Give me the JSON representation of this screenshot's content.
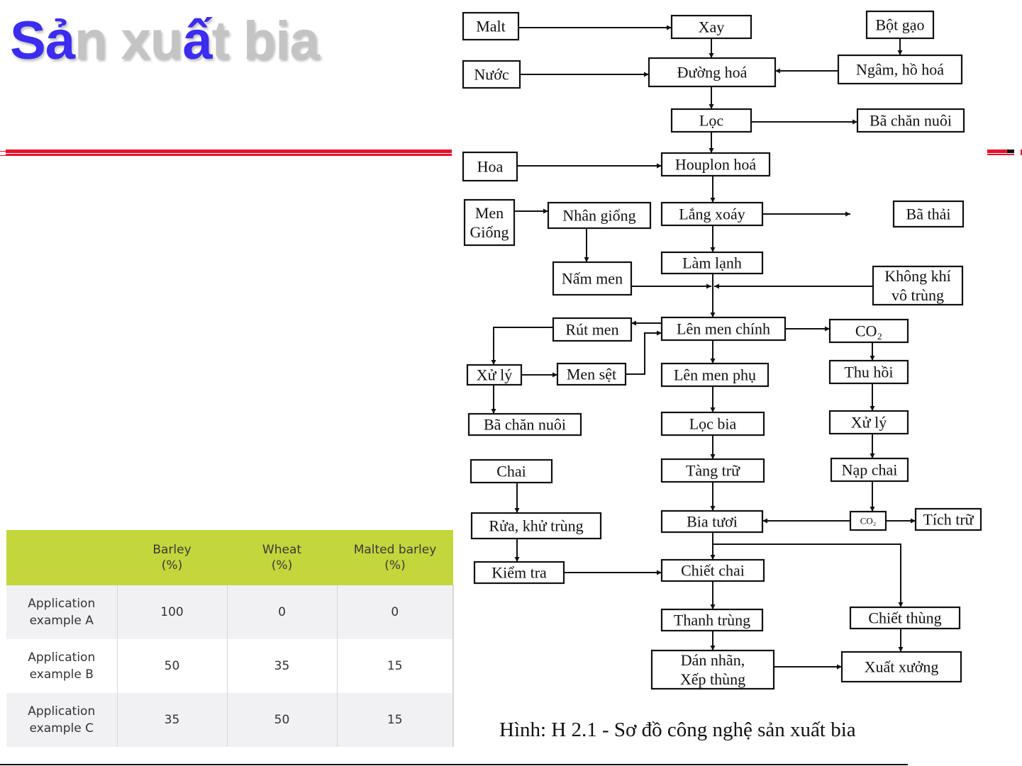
{
  "slide": {
    "title_parts": [
      {
        "text": "Sả",
        "style": "blue"
      },
      {
        "text": "n xu",
        "style": "grey"
      },
      {
        "text": "ấ",
        "style": "blue"
      },
      {
        "text": "t bia",
        "style": "grey"
      }
    ],
    "title": "Sản xuất bia",
    "colors": {
      "title_blue": "#3b2cf0",
      "title_grey": "#c4c4c4",
      "rule_red": "#e8102c",
      "table_header": "#c3d63c"
    }
  },
  "table": {
    "headers": [
      "",
      "Barley\n(%)",
      "Wheat\n(%)",
      "Malted barley\n(%)"
    ],
    "header_lines": [
      [
        "",
        ""
      ],
      [
        "Barley",
        "(%)"
      ],
      [
        "Wheat",
        "(%)"
      ],
      [
        "Malted barley",
        "(%)"
      ]
    ],
    "rows": [
      {
        "label_lines": [
          "Application",
          "example A"
        ],
        "values": [
          "100",
          "0",
          "0"
        ]
      },
      {
        "label_lines": [
          "Application",
          "example B"
        ],
        "values": [
          "50",
          "35",
          "15"
        ]
      },
      {
        "label_lines": [
          "Application",
          "example C"
        ],
        "values": [
          "35",
          "50",
          "15"
        ]
      }
    ]
  },
  "flowchart": {
    "caption": "Hình: H 2.1 - Sơ đồ công nghệ sản xuất bia",
    "nodes": [
      {
        "id": "malt",
        "lines": [
          "Malt"
        ]
      },
      {
        "id": "xay",
        "lines": [
          "Xay"
        ]
      },
      {
        "id": "bot_gao",
        "lines": [
          "Bột gạo"
        ]
      },
      {
        "id": "nuoc",
        "lines": [
          "Nước"
        ]
      },
      {
        "id": "duong_hoa",
        "lines": [
          "Đường hoá"
        ]
      },
      {
        "id": "ngam_ho_hoa",
        "lines": [
          "Ngâm, hồ hoá"
        ]
      },
      {
        "id": "loc",
        "lines": [
          "Lọc"
        ]
      },
      {
        "id": "ba_chan_nuoi_1",
        "lines": [
          "Bã chăn nuôi"
        ]
      },
      {
        "id": "hoa",
        "lines": [
          "Hoa"
        ]
      },
      {
        "id": "houplon_hoa",
        "lines": [
          "Houplon hoá"
        ]
      },
      {
        "id": "men_giong",
        "lines": [
          "Men",
          "Giống"
        ]
      },
      {
        "id": "nhan_giong",
        "lines": [
          "Nhân giống"
        ]
      },
      {
        "id": "lang_xoay",
        "lines": [
          "Lắng xoáy"
        ]
      },
      {
        "id": "ba_thai",
        "lines": [
          "Bã thải"
        ]
      },
      {
        "id": "lam_lanh",
        "lines": [
          "Làm lạnh"
        ]
      },
      {
        "id": "nam_men",
        "lines": [
          "Nấm men"
        ]
      },
      {
        "id": "khong_khi",
        "lines": [
          "Không khí",
          "vô trùng"
        ]
      },
      {
        "id": "rut_men",
        "lines": [
          "Rút men"
        ]
      },
      {
        "id": "len_men_chinh",
        "lines": [
          "Lên men chính"
        ]
      },
      {
        "id": "co2_a",
        "lines": [
          "CO₂"
        ]
      },
      {
        "id": "xu_ly_1",
        "lines": [
          "Xử lý"
        ]
      },
      {
        "id": "men_set",
        "lines": [
          "Men sệt"
        ]
      },
      {
        "id": "len_men_phu",
        "lines": [
          "Lên men phụ"
        ]
      },
      {
        "id": "thu_hoi",
        "lines": [
          "Thu hồi"
        ]
      },
      {
        "id": "ba_chan_nuoi_2",
        "lines": [
          "Bã chăn nuôi"
        ]
      },
      {
        "id": "loc_bia",
        "lines": [
          "Lọc bia"
        ]
      },
      {
        "id": "xu_ly_2",
        "lines": [
          "Xử lý"
        ]
      },
      {
        "id": "chai",
        "lines": [
          "Chai"
        ]
      },
      {
        "id": "tang_tru",
        "lines": [
          "Tàng trữ"
        ]
      },
      {
        "id": "nap_chai",
        "lines": [
          "Nạp chai"
        ]
      },
      {
        "id": "rua_khu_trung",
        "lines": [
          "Rửa, khử trùng"
        ]
      },
      {
        "id": "bia_tuoi",
        "lines": [
          "Bia tươi"
        ]
      },
      {
        "id": "co2_b",
        "lines": [
          "CO₂"
        ]
      },
      {
        "id": "tich_tru",
        "lines": [
          "Tích trữ"
        ]
      },
      {
        "id": "kiem_tra",
        "lines": [
          "Kiểm tra"
        ]
      },
      {
        "id": "chiet_chai",
        "lines": [
          "Chiết chai"
        ]
      },
      {
        "id": "thanh_trung",
        "lines": [
          "Thanh trùng"
        ]
      },
      {
        "id": "chiet_thung",
        "lines": [
          "Chiết thùng"
        ]
      },
      {
        "id": "dan_nhan",
        "lines": [
          "Dán nhãn,",
          "Xếp thùng"
        ]
      },
      {
        "id": "xuat_xuong",
        "lines": [
          "Xuất xưởng"
        ]
      }
    ],
    "edges": [
      {
        "from": "malt",
        "to": "xay"
      },
      {
        "from": "xay",
        "to": "duong_hoa"
      },
      {
        "from": "bot_gao",
        "to": "ngam_ho_hoa"
      },
      {
        "from": "nuoc",
        "to": "duong_hoa"
      },
      {
        "from": "ngam_ho_hoa",
        "to": "duong_hoa"
      },
      {
        "from": "duong_hoa",
        "to": "loc"
      },
      {
        "from": "loc",
        "to": "ba_chan_nuoi_1"
      },
      {
        "from": "loc",
        "to": "houplon_hoa"
      },
      {
        "from": "hoa",
        "to": "houplon_hoa"
      },
      {
        "from": "houplon_hoa",
        "to": "lang_xoay"
      },
      {
        "from": "lang_xoay",
        "to": "ba_thai"
      },
      {
        "from": "lang_xoay",
        "to": "lam_lanh"
      },
      {
        "from": "men_giong",
        "to": "nhan_giong"
      },
      {
        "from": "nhan_giong",
        "to": "nam_men"
      },
      {
        "from": "nam_men",
        "to": "len_men_chinh"
      },
      {
        "from": "khong_khi",
        "to": "len_men_chinh"
      },
      {
        "from": "lam_lanh",
        "to": "len_men_chinh"
      },
      {
        "from": "len_men_chinh",
        "to": "rut_men"
      },
      {
        "from": "len_men_chinh",
        "to": "co2_a"
      },
      {
        "from": "len_men_chinh",
        "to": "len_men_phu"
      },
      {
        "from": "rut_men",
        "to": "xu_ly_1"
      },
      {
        "from": "xu_ly_1",
        "to": "men_set"
      },
      {
        "from": "xu_ly_1",
        "to": "ba_chan_nuoi_2"
      },
      {
        "from": "men_set",
        "to": "len_men_chinh"
      },
      {
        "from": "co2_a",
        "to": "thu_hoi"
      },
      {
        "from": "thu_hoi",
        "to": "xu_ly_2"
      },
      {
        "from": "xu_ly_2",
        "to": "nap_chai"
      },
      {
        "from": "nap_chai",
        "to": "co2_b"
      },
      {
        "from": "co2_b",
        "to": "bia_tuoi"
      },
      {
        "from": "co2_b",
        "to": "tich_tru"
      },
      {
        "from": "len_men_phu",
        "to": "loc_bia"
      },
      {
        "from": "loc_bia",
        "to": "tang_tru"
      },
      {
        "from": "tang_tru",
        "to": "bia_tuoi"
      },
      {
        "from": "bia_tuoi",
        "to": "chiet_chai"
      },
      {
        "from": "bia_tuoi",
        "to": "chiet_thung"
      },
      {
        "from": "chai",
        "to": "rua_khu_trung"
      },
      {
        "from": "rua_khu_trung",
        "to": "kiem_tra"
      },
      {
        "from": "kiem_tra",
        "to": "chiet_chai"
      },
      {
        "from": "chiet_chai",
        "to": "thanh_trung"
      },
      {
        "from": "thanh_trung",
        "to": "dan_nhan"
      },
      {
        "from": "dan_nhan",
        "to": "xuat_xuong"
      },
      {
        "from": "chiet_thung",
        "to": "xuat_xuong"
      }
    ]
  }
}
